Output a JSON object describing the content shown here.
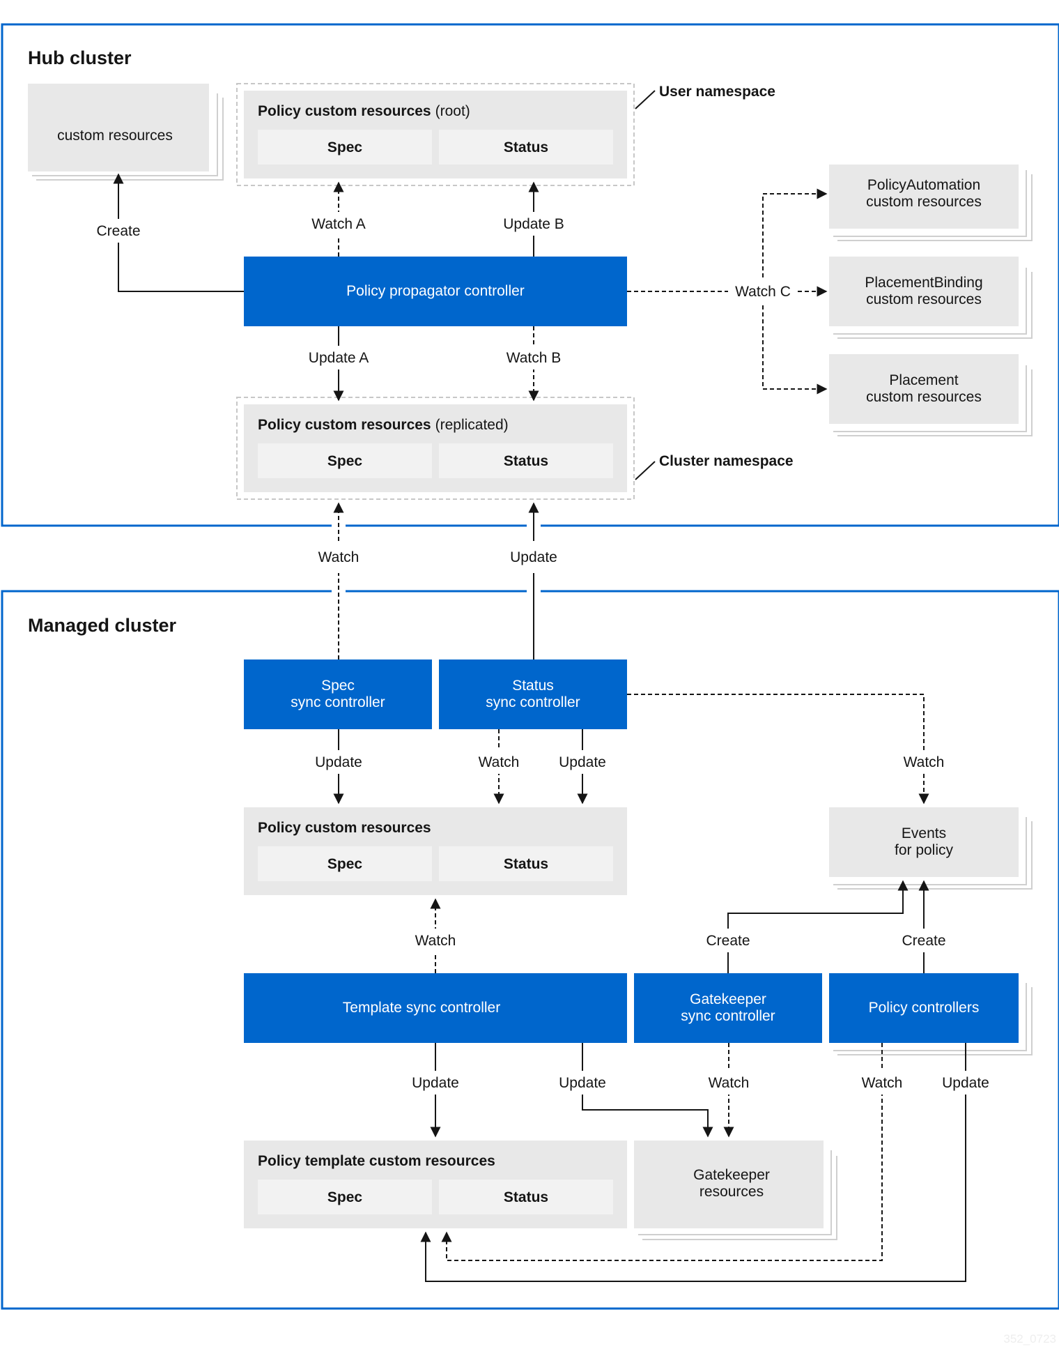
{
  "colors": {
    "accent_blue": "#0066cc",
    "box_grey": "#e8e8e8",
    "inner_grey": "#f2f2f2",
    "stack_line": "#cfcfcf",
    "line": "#151515"
  },
  "hub": {
    "title": "Hub cluster",
    "custom_resources": "custom resources",
    "root_policy": {
      "title": "Policy custom resources",
      "suffix": "(root)",
      "spec": "Spec",
      "status": "Status"
    },
    "user_namespace": "User namespace",
    "propagator": "Policy propagator controller",
    "replicated_policy": {
      "title": "Policy custom resources",
      "suffix": "(replicated)",
      "spec": "Spec",
      "status": "Status"
    },
    "cluster_namespace": "Cluster namespace",
    "policy_automation": [
      "PolicyAutomation",
      "custom resources"
    ],
    "placement_binding": [
      "PlacementBinding",
      "custom resources"
    ],
    "placement": [
      "Placement",
      "custom resources"
    ]
  },
  "managed": {
    "title": "Managed cluster",
    "spec_sync": [
      "Spec",
      "sync controller"
    ],
    "status_sync": [
      "Status",
      "sync controller"
    ],
    "policy": {
      "title": "Policy custom resources",
      "spec": "Spec",
      "status": "Status"
    },
    "events": [
      "Events",
      "for policy"
    ],
    "template_sync": "Template sync controller",
    "gatekeeper_sync": [
      "Gatekeeper",
      "sync controller"
    ],
    "policy_controllers": "Policy controllers",
    "policy_template": {
      "title": "Policy template custom resources",
      "spec": "Spec",
      "status": "Status"
    },
    "gatekeeper_resources": [
      "Gatekeeper",
      "resources"
    ]
  },
  "edges": {
    "create": "Create",
    "watch_a": "Watch A",
    "update_b": "Update B",
    "watch_c": "Watch C",
    "update_a": "Update A",
    "watch_b": "Watch B",
    "watch": "Watch",
    "update": "Update"
  },
  "figure_id": "352_0723"
}
